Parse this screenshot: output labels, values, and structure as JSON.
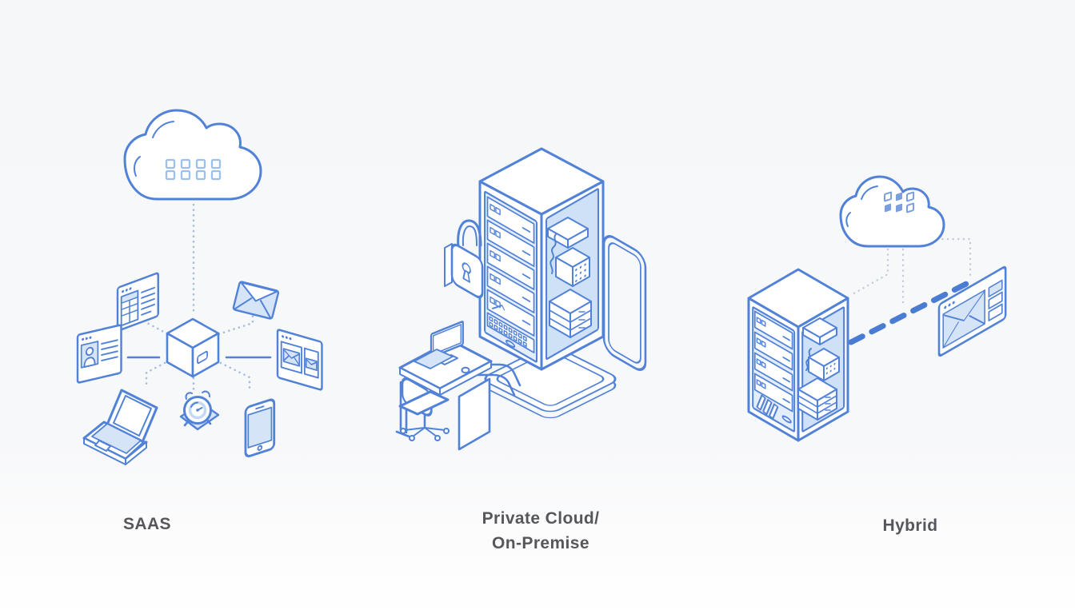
{
  "palette": {
    "blue": "#5282d8",
    "lt": "#d6e4f8",
    "glass_l": "#e3edfb",
    "glass_r": "#cfe1f7",
    "dotline": "#a9bddf",
    "dotline2": "#bec9da",
    "dash": "#4a7cd4",
    "cloudsq": "#9dbfee",
    "cloudsq_fill": "#7b9ede",
    "label": "#56575a"
  },
  "diagrams": {
    "saas": {
      "label": "SAAS",
      "icons": [
        "cloud-icon",
        "app-cube-icon",
        "table-window-icon",
        "envelope-icon",
        "profile-card-icon",
        "mail-window-icon",
        "laptop-icon",
        "alarm-clock-icon",
        "smartphone-icon"
      ]
    },
    "private_cloud": {
      "label_line1": "Private Cloud/",
      "label_line2": "On-Premise",
      "icons": [
        "padlock-icon",
        "server-rack-icon",
        "glass-door-icon",
        "floor-ring-icon",
        "desk-icon",
        "monitor-icon",
        "office-chair-icon"
      ]
    },
    "hybrid": {
      "label": "Hybrid",
      "icons": [
        "server-rack-icon",
        "cloud-icon",
        "mail-window-icon",
        "dashed-link"
      ]
    }
  }
}
